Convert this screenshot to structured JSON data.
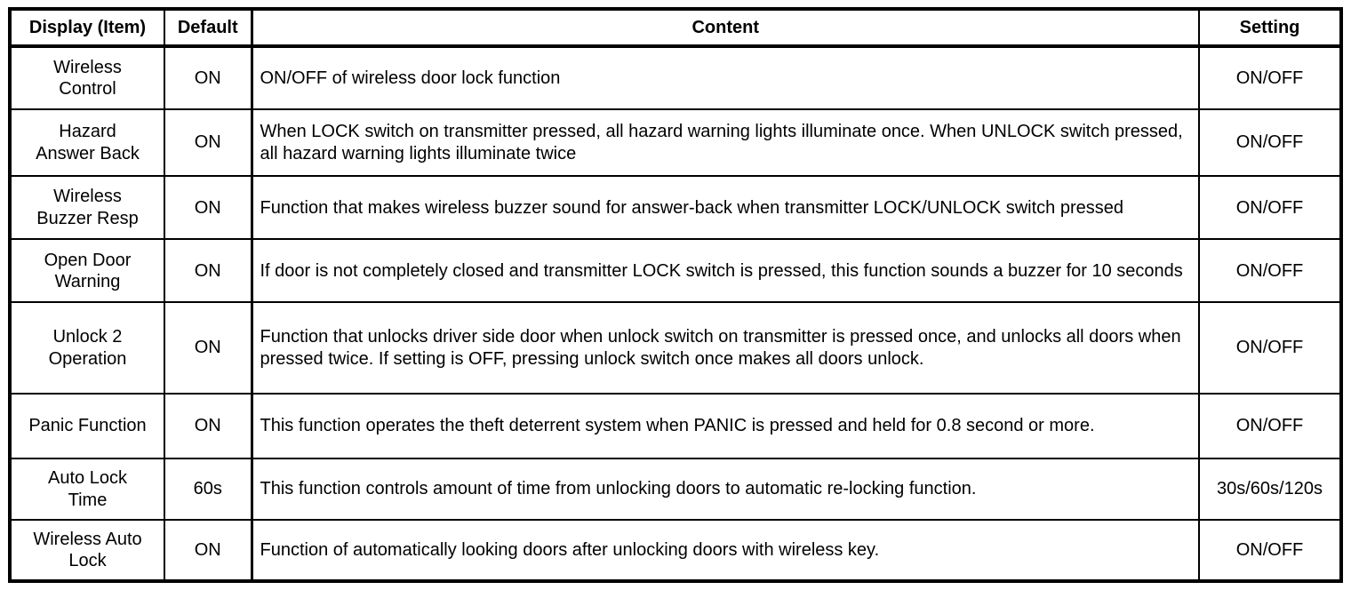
{
  "page": {
    "background_color": "#ffffff",
    "border_color": "#000000"
  },
  "table": {
    "headers": {
      "display": "Display (Item)",
      "default": "Default",
      "content": "Content",
      "setting": "Setting"
    },
    "rows": [
      {
        "display": "Wireless\nControl",
        "default": "ON",
        "content": "ON/OFF of wireless door lock function",
        "setting": "ON/OFF"
      },
      {
        "display": "Hazard\nAnswer Back",
        "default": "ON",
        "content": "When LOCK switch on transmitter pressed, all hazard warning lights illuminate once. When UNLOCK switch pressed, all hazard warning lights illuminate twice",
        "setting": "ON/OFF"
      },
      {
        "display": "Wireless\nBuzzer Resp",
        "default": "ON",
        "content": "Function that makes wireless buzzer sound for answer-back when transmitter LOCK/UNLOCK switch pressed",
        "setting": "ON/OFF"
      },
      {
        "display": "Open Door\nWarning",
        "default": "ON",
        "content": "If door is not completely closed and transmitter LOCK switch is pressed, this function sounds a buzzer for 10 seconds",
        "setting": "ON/OFF"
      },
      {
        "display": "Unlock 2\nOperation",
        "default": "ON",
        "content": "Function that unlocks driver side door when unlock switch on transmitter is pressed once, and unlocks all doors when pressed twice. If setting is OFF, pressing unlock switch once makes all doors unlock.",
        "setting": "ON/OFF"
      },
      {
        "display": "Panic Function",
        "default": "ON",
        "content": "This function operates the theft deterrent system when PANIC is pressed and held for 0.8 second or more.",
        "setting": "ON/OFF"
      },
      {
        "display": "Auto Lock\nTime",
        "default": "60s",
        "content": "This function controls amount of time from unlocking doors to automatic re-locking function.",
        "setting": "30s/60s/120s"
      },
      {
        "display": "Wireless Auto\nLock",
        "default": "ON",
        "content": "Function of automatically looking doors after unlocking doors with wireless key.",
        "setting": "ON/OFF"
      }
    ]
  }
}
